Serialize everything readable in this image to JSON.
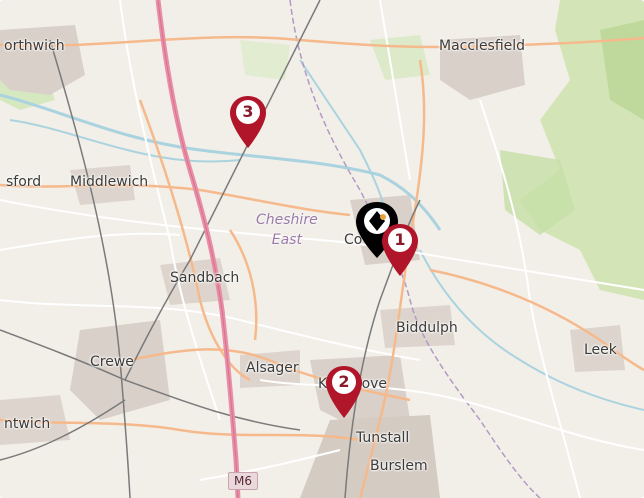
{
  "map": {
    "places": [
      {
        "id": "northwich",
        "label": "orthwich"
      },
      {
        "id": "macclesfield",
        "label": "Macclesfield"
      },
      {
        "id": "sford",
        "label": "sford"
      },
      {
        "id": "middlewich",
        "label": "Middlewich"
      },
      {
        "id": "sandbach",
        "label": "Sandbach"
      },
      {
        "id": "crewe",
        "label": "Crewe"
      },
      {
        "id": "alsager",
        "label": "Alsager"
      },
      {
        "id": "kidsgrove",
        "label": "Kidsgrove"
      },
      {
        "id": "biddulph",
        "label": "Biddulph"
      },
      {
        "id": "leek",
        "label": "Leek"
      },
      {
        "id": "tunstall",
        "label": "Tunstall"
      },
      {
        "id": "burslem",
        "label": "Burslem"
      },
      {
        "id": "nantwich",
        "label": "ntwich"
      },
      {
        "id": "congleton",
        "label": "Co"
      }
    ],
    "region_label": "Cheshire East",
    "region_lines": [
      "Cheshire",
      "East"
    ],
    "road_shield": "M6",
    "markers": [
      {
        "number": "1"
      },
      {
        "number": "2"
      },
      {
        "number": "3"
      }
    ],
    "colors": {
      "marker_fill": "#b0152a",
      "marker_text": "#8b1a2b",
      "current_location": "#000000",
      "motorway": "#e88ea6",
      "trunk_road": "#f5b98c",
      "minor_road": "#ffffff",
      "water": "#aad3df",
      "woodland": "#cfe3b0",
      "urban": "#d9d0c9"
    }
  }
}
